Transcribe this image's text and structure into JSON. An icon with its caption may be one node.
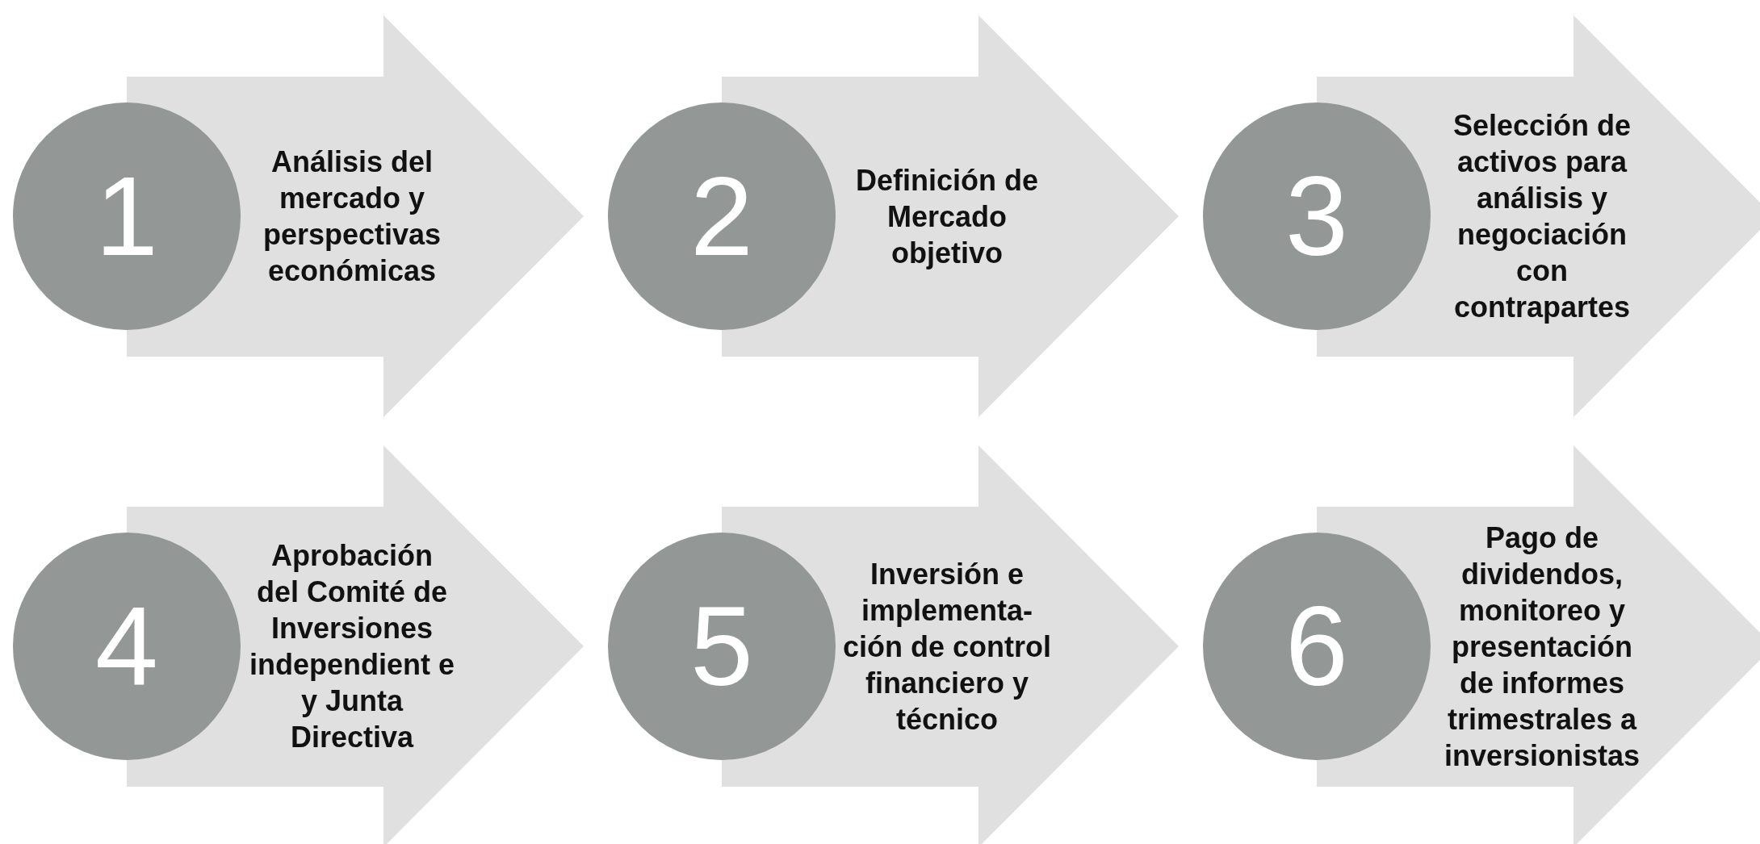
{
  "diagram": {
    "nodes": [
      {
        "text": [
          "1",
          "Análisis del mercado y perspectivas económicas"
        ]
      },
      {
        "text": [
          "2",
          "Definición de Mercado objetivo"
        ]
      },
      {
        "text": [
          "3",
          "Selección de activos para análisis y negociación con contrapartes"
        ]
      },
      {
        "text": [
          "4",
          "Aprobación del Comité de Inversiones independient e y Junta Directiva"
        ]
      },
      {
        "text": [
          "5",
          "Inversión e implementa- ción de control financiero y técnico"
        ]
      },
      {
        "text": [
          "6",
          "Pago de dividendos, monitoreo y presentación de informes trimestrales a inversionistas"
        ]
      }
    ]
  }
}
